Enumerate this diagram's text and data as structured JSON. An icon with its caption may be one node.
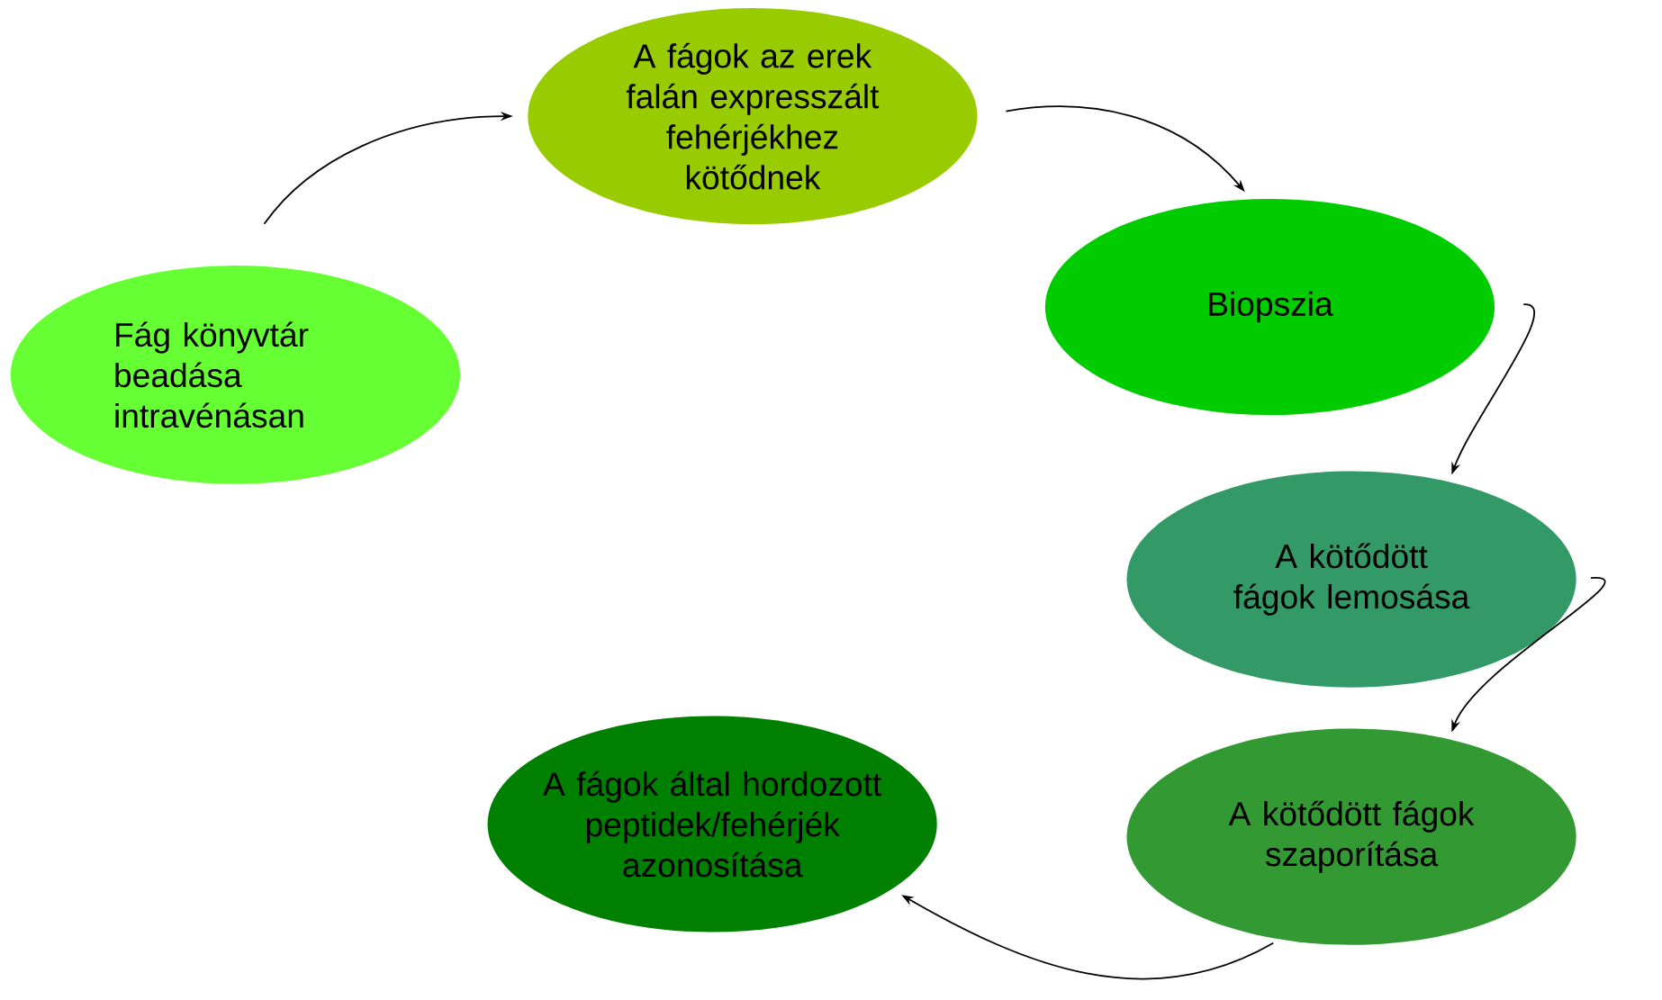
{
  "diagram": {
    "nodes": [
      {
        "text": [
          "Fág könyvtár beadása intravénásan"
        ]
      },
      {
        "text": [
          "A fágok az erek falán expresszált fehérjékhez kötődnek"
        ]
      },
      {
        "text": [
          "Biopszia"
        ]
      },
      {
        "text": [
          "A kötődött fágok lemosása"
        ]
      },
      {
        "text": [
          "A kötődött fágok szaporítása"
        ]
      },
      {
        "text": [
          "A fágok által hordozott peptidek/fehérjék azonosítása"
        ]
      }
    ],
    "edges": [
      {
        "from": 0,
        "to": 1,
        "arrow": "to"
      },
      {
        "from": 1,
        "to": 2,
        "arrow": "to"
      },
      {
        "from": 2,
        "to": 3,
        "arrow": "to"
      },
      {
        "from": 3,
        "to": 4,
        "arrow": "to"
      },
      {
        "from": 4,
        "to": 5,
        "arrow": "to"
      }
    ]
  }
}
